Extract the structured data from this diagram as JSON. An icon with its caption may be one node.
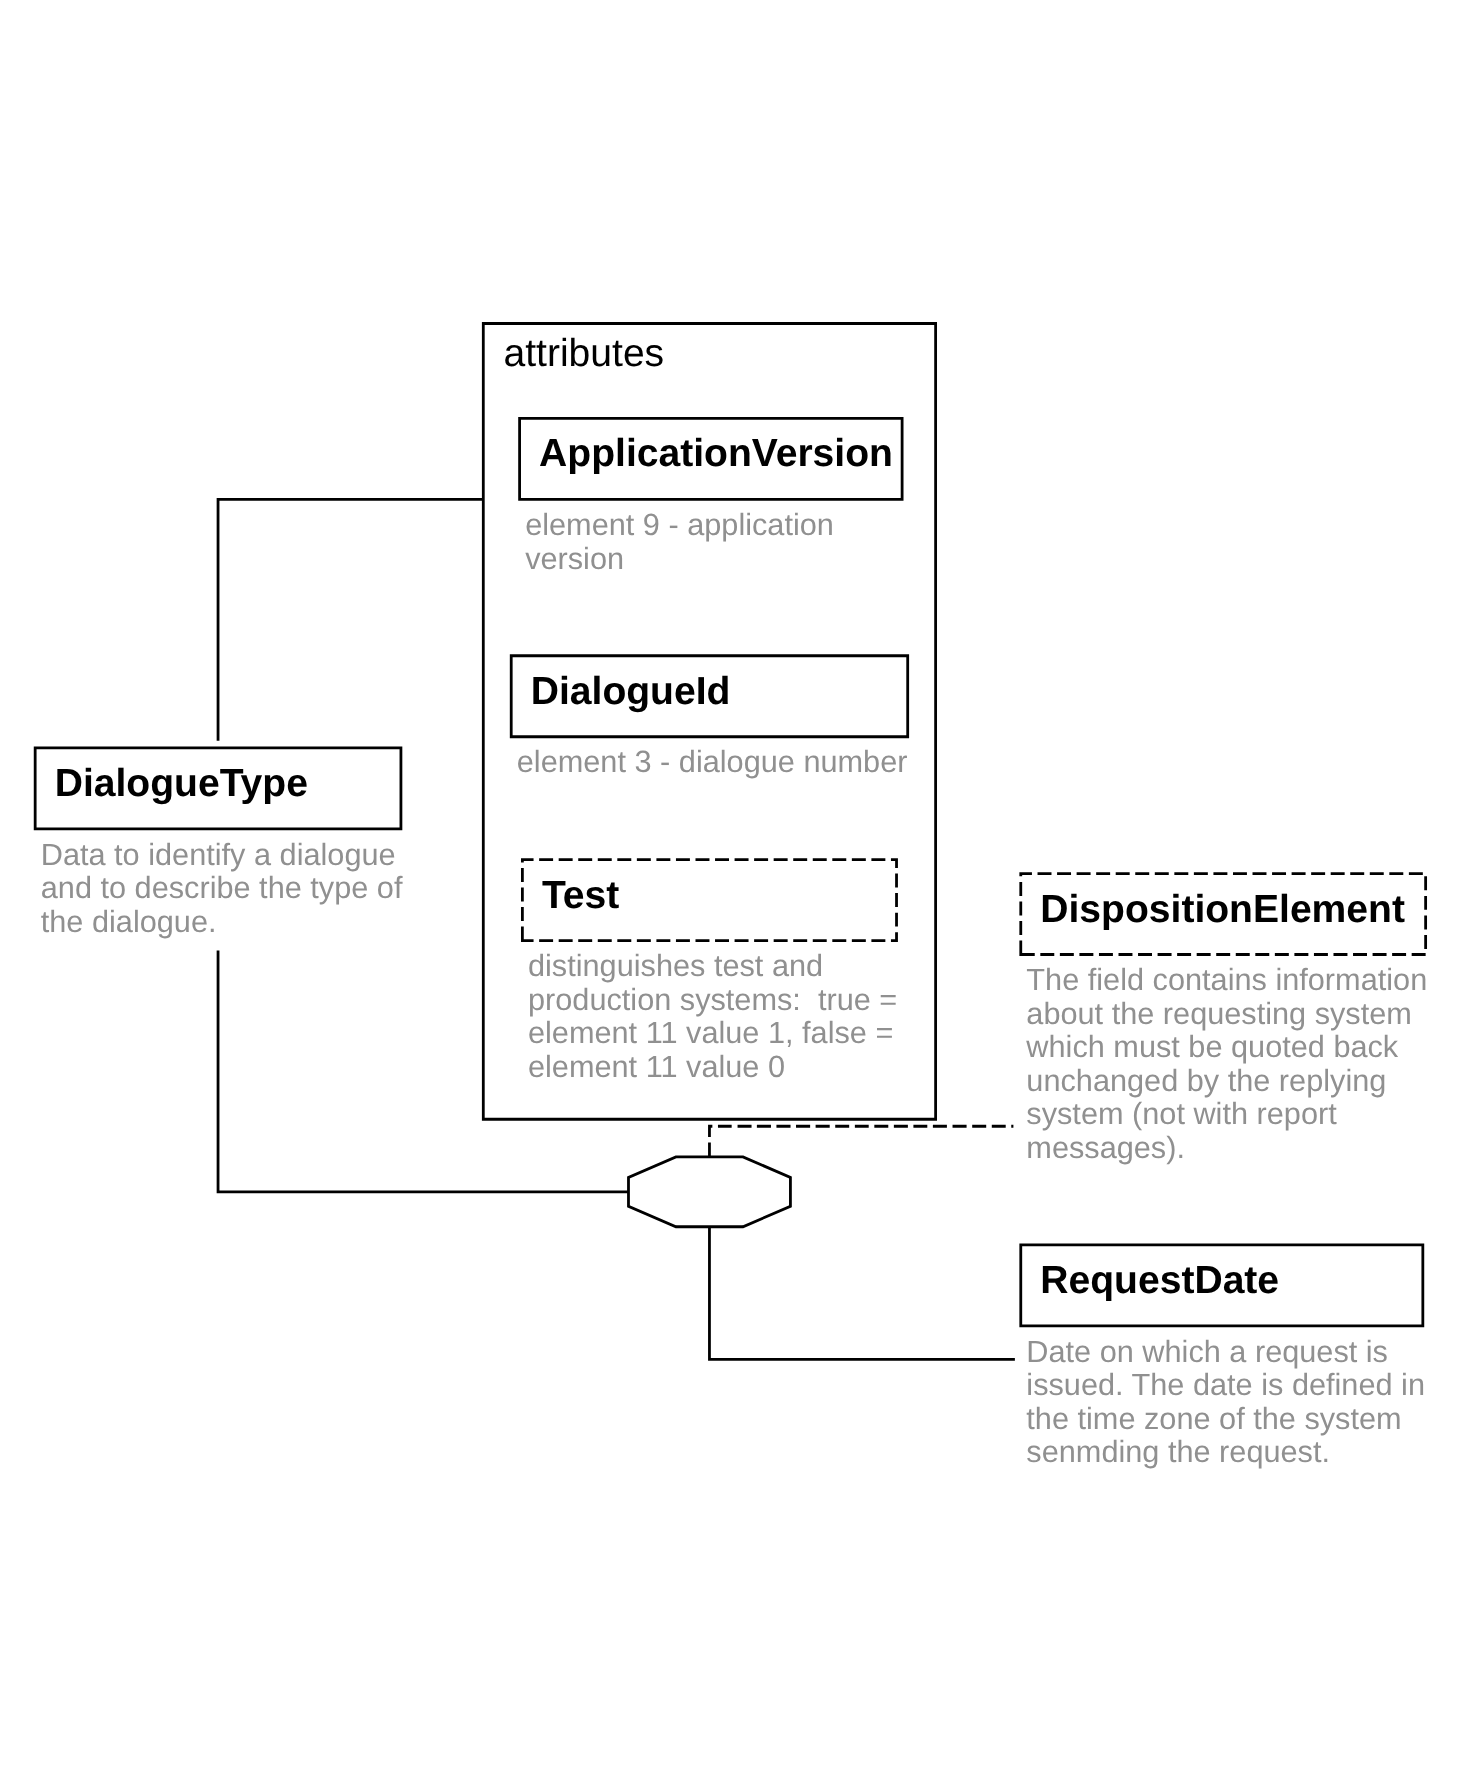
{
  "diagram": {
    "nodes": [
      {
        "text": [
          "DialogueType"
        ],
        "beside": [
          "Data to identify a dialogue and to describe the type of the dialogue."
        ]
      },
      {
        "text": [
          "attributes"
        ]
      },
      {
        "text": [
          "ApplicationVersion"
        ],
        "in": 1,
        "beside": [
          "element 9 - application version"
        ]
      },
      {
        "text": [
          "DialogueId"
        ],
        "in": 1,
        "beside": [
          "element 3 - dialogue number"
        ]
      },
      {
        "text": [
          "Test"
        ],
        "in": 1,
        "beside": [
          "distinguishes test and production systems:  true = element 11 value 1, false = element 11 value 0"
        ]
      },
      {
        "text": [],
        "shape": "octagon"
      },
      {
        "text": [
          "DispositionElement"
        ],
        "beside": [
          "The field contains information about the requesting system which must be quoted back unchanged by the replying system (not with report messages)."
        ]
      },
      {
        "text": [
          "RequestDate"
        ],
        "beside": [
          "Date on which a request is issued. The date is defined in the time zone of the system senmding the request."
        ]
      }
    ],
    "edges": [
      {
        "from": 0,
        "to": 1,
        "arrow": "none"
      },
      {
        "from": 0,
        "to": 5,
        "arrow": "none"
      },
      {
        "from": 5,
        "to": 6,
        "arrow": "none",
        "style": "dashed"
      },
      {
        "from": 5,
        "to": 7,
        "arrow": "none"
      }
    ]
  }
}
